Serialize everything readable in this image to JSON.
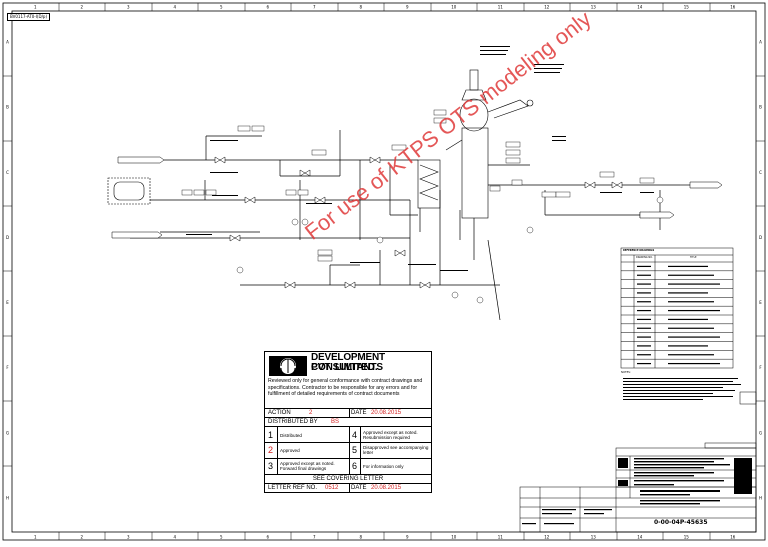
{
  "drawing": {
    "top_left_code": "BV0117-AT0-I(D/p)",
    "border_numbers": [
      "1",
      "2",
      "3",
      "4",
      "5",
      "6",
      "7",
      "8",
      "9",
      "10",
      "11",
      "12",
      "13",
      "14",
      "15",
      "16"
    ],
    "border_letters": [
      "A",
      "B",
      "C",
      "D",
      "E",
      "F",
      "G",
      "H"
    ],
    "watermark": "For use of KTPS OTS modeling only"
  },
  "stamp": {
    "company_line1": "DEVELOPMENT CONSULTANTS",
    "company_line2": "PVT. LIMITED.",
    "review_text": "Reviewed only for general conformance with contract drawings and specifications. Contractor to be responsible for any errors and for fulfillment of detailed requirements of contract documents",
    "action_label": "ACTION",
    "action_value": "2",
    "date_label": "DATE",
    "date_value": "20.08.2015",
    "distributed_label": "DISTRIBUTED BY",
    "distributed_value": "BS",
    "options": [
      {
        "num": "1",
        "text": "Distributed"
      },
      {
        "num": "2",
        "text": "Approved"
      },
      {
        "num": "3",
        "text": "Approved except as noted. Forward final drawings"
      },
      {
        "num": "4",
        "text": "Approved except as noted. Resubmission required"
      },
      {
        "num": "5",
        "text": "Disapproved see accompanying letter"
      },
      {
        "num": "6",
        "text": "For information only"
      }
    ],
    "covering": "SEE COVERING LETTER",
    "letter_ref_label": "LETTER REF NO.",
    "letter_ref_value": "0512",
    "date2_label": "DATE",
    "date2_value": "20.08.2015"
  },
  "reference_drawings": {
    "title": "REFERENCE DRAWINGS",
    "headers": [
      "DRAWING NO.",
      "TITLE"
    ],
    "rows": 12
  },
  "notes_label": "NOTES:",
  "title_block": {
    "drawing_no": "0-00-04P-45635"
  }
}
